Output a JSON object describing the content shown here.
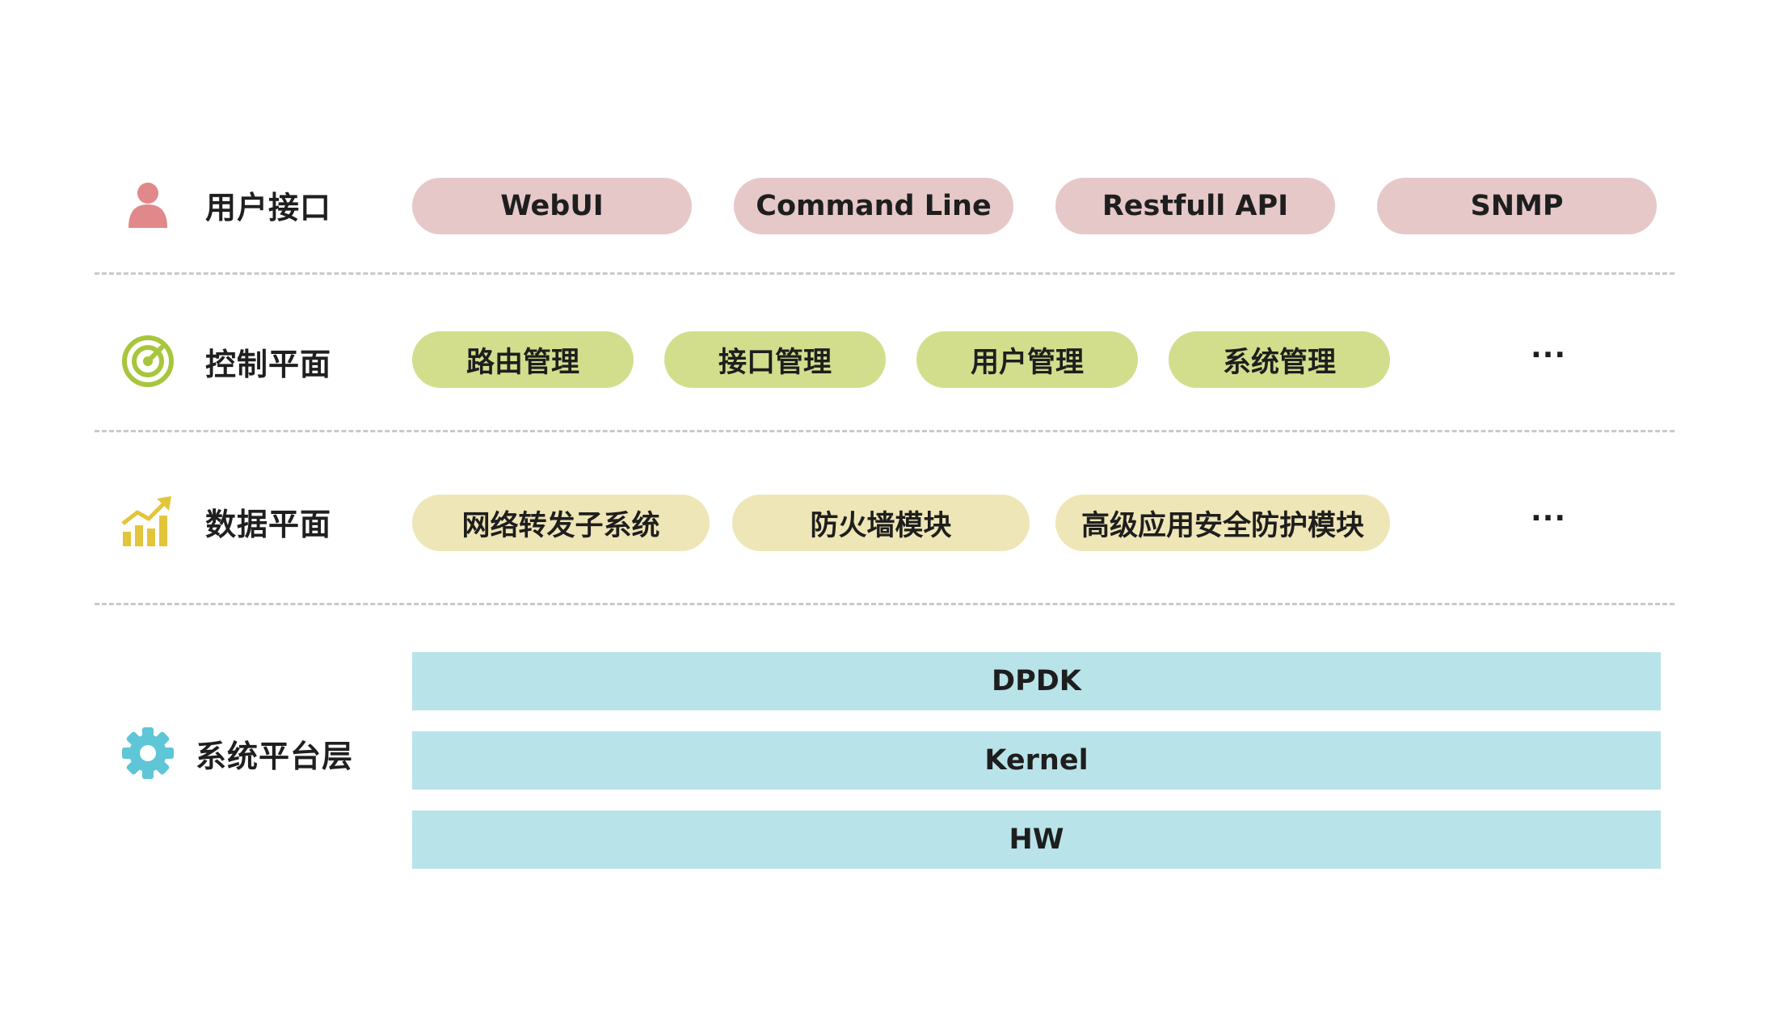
{
  "layers": {
    "user_interface": {
      "label": "用户接口",
      "icon": "user-icon",
      "color": "#e0888a",
      "items": [
        "WebUI",
        "Command Line",
        "Restfull API",
        "SNMP"
      ]
    },
    "control_plane": {
      "label": "控制平面",
      "icon": "target-icon",
      "color": "#a8c63c",
      "items": [
        "路由管理",
        "接口管理",
        "用户管理",
        "系统管理"
      ],
      "more": "···"
    },
    "data_plane": {
      "label": "数据平面",
      "icon": "growth-chart-icon",
      "color": "#e3c53a",
      "items": [
        "网络转发子系统",
        "防火墙模块",
        "高级应用安全防护模块"
      ],
      "more": "···"
    },
    "system_platform": {
      "label": "系统平台层",
      "icon": "gear-icon",
      "color": "#5ec6d6",
      "items": [
        "DPDK",
        "Kernel",
        "HW"
      ]
    }
  },
  "colors": {
    "user_pill": "#e6c8c8",
    "control_pill": "#d2de8c",
    "data_pill": "#eee6b6",
    "platform_bar": "#b8e3e9",
    "divider": "#c9c9c9"
  }
}
